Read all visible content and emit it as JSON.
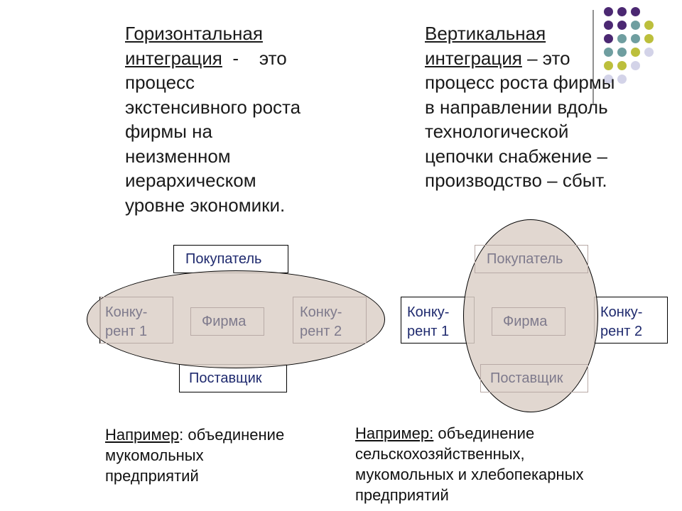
{
  "colors": {
    "dot_purple": "#4b2872",
    "dot_teal": "#6f9ea0",
    "dot_olive": "#bcbf3c",
    "dot_lavender": "#d3d3e8",
    "box_text": "#1f2a6e",
    "faded_text": "#7e7a8c",
    "ellipse_fill": "#dcd0c8"
  },
  "left_text": {
    "term": "Горизонтальная",
    "term2": "интеграция",
    "dash": "-",
    "line2_rest": "это",
    "lines": [
      "процесс",
      "экстенсивного роста",
      "фирмы на",
      "неизменном",
      "иерархическом",
      "уровне экономики."
    ]
  },
  "right_text": {
    "term": "Вертикальная",
    "term2": "интеграция",
    "line2_rest": "– это",
    "lines": [
      "процесс роста фирмы",
      "в направлении вдоль",
      "технологической",
      "цепочки снабжение –",
      "производство – сбыт."
    ]
  },
  "left_diagram": {
    "buyer": "Покупатель",
    "competitor1": [
      "Конку-",
      "рент 1"
    ],
    "firm": "Фирма",
    "competitor2": [
      "Конку-",
      "рент 2"
    ],
    "supplier": "Поставщик"
  },
  "right_diagram": {
    "buyer": "Покупатель",
    "competitor1": [
      "Конку-",
      "рент 1"
    ],
    "firm": "Фирма",
    "competitor2": [
      "Конку-",
      "рент 2"
    ],
    "supplier": "Поставщик"
  },
  "left_note": {
    "label": "Например",
    "line1_rest": ": объединение",
    "lines": [
      "мукомольных",
      "предприятий"
    ]
  },
  "right_note": {
    "label": "Например:",
    "line1_rest": " объединение",
    "lines": [
      "сельскохозяйственных,",
      "мукомольных и хлебопекарных",
      "предприятий"
    ]
  }
}
